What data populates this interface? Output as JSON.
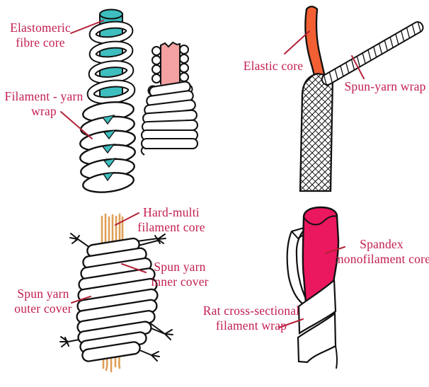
{
  "figure": {
    "background": "#FFFFFF",
    "colors": {
      "label_text": "#C21E4F",
      "leader_line": "#B42238",
      "outline": "#111111",
      "elastomeric_core": "#3EBEBF",
      "inner_core_pink": "#F4A1A1",
      "elastic_core": "#F15F33",
      "filament_core": "#DF9F55",
      "spandex_core": "#EB175F",
      "wrap_white": "#FFFFFF"
    }
  },
  "labels": {
    "elastomeric_fibre_core": {
      "line1": "Elastomeric",
      "line2": "fibre core"
    },
    "filament_yarn_wrap": {
      "line1": "Filament - yarn",
      "line2": "wrap"
    },
    "elastic_core": {
      "line1": "Elastic core"
    },
    "spun_yarn_wrap": {
      "line1": "Spun-yarn wrap"
    },
    "hard_multi_filament_core": {
      "line1": "Hard-multi",
      "line2": "filament core"
    },
    "spun_yarn_inner_cover": {
      "line1": "Spun yarn",
      "line2": "inner cover"
    },
    "spun_yarn_outer_cover": {
      "line1": "Spun yarn",
      "line2": "outer cover"
    },
    "spandex_monofilament_core": {
      "line1": "Spandex",
      "line2": "monofilament core"
    },
    "rat_cross_sectional_filament_wrap": {
      "line1": "Rat cross-sectional",
      "line2": "filament wrap"
    }
  }
}
